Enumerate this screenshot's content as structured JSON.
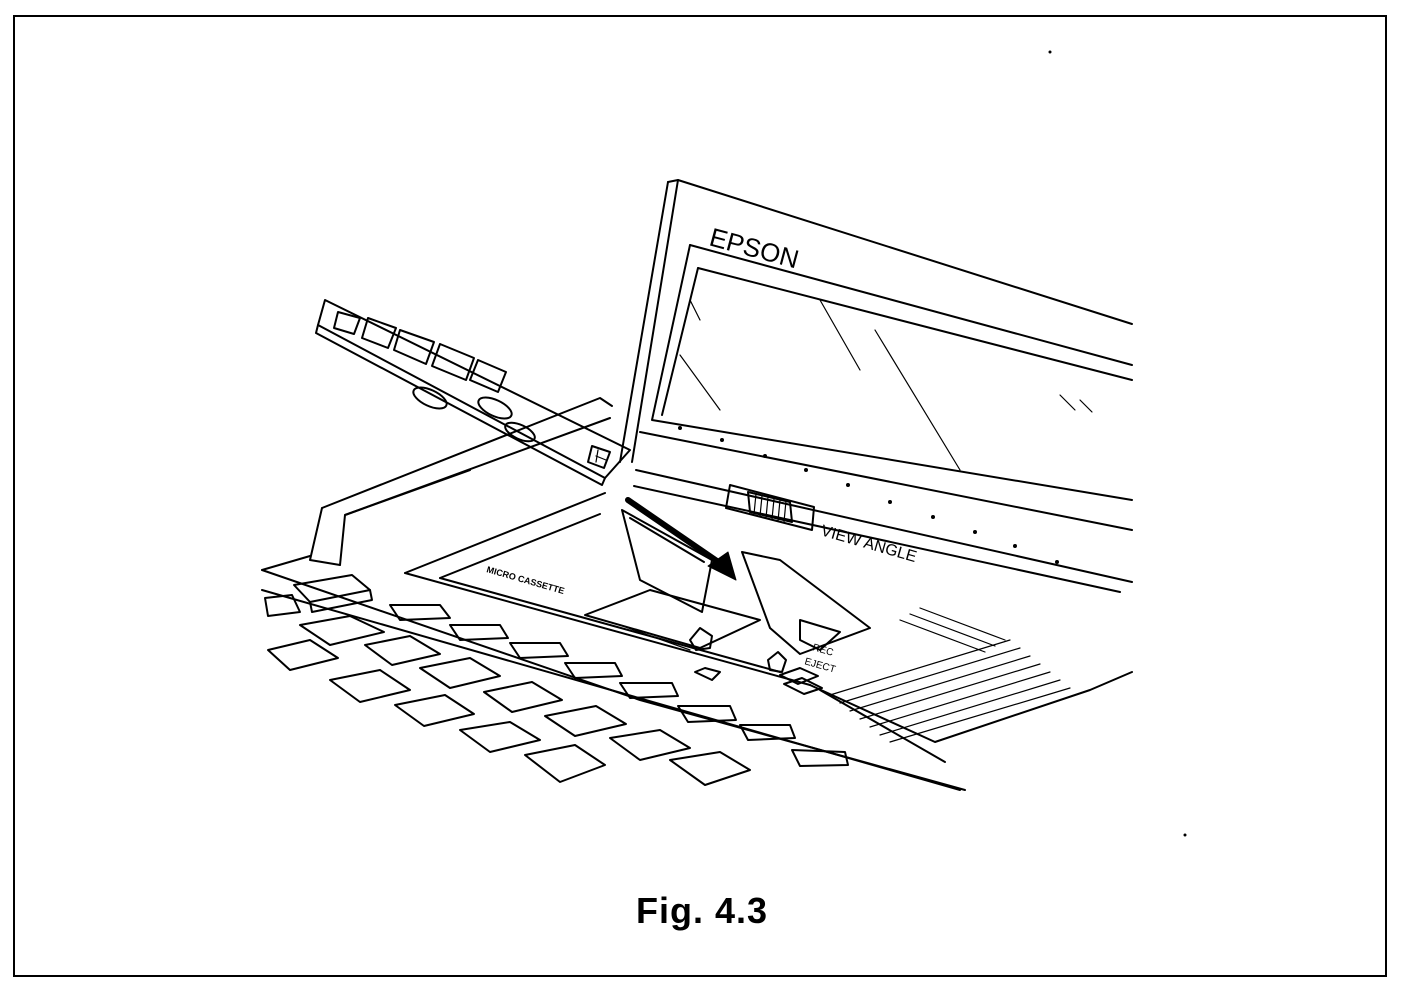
{
  "figure": {
    "caption": "Fig. 4.3",
    "labels": {
      "brand": "EPSON",
      "view_angle": "VIEW ANGLE",
      "micro_cassette": "MICRO CASSETTE",
      "rec": "REC",
      "eject": "EJECT"
    }
  }
}
